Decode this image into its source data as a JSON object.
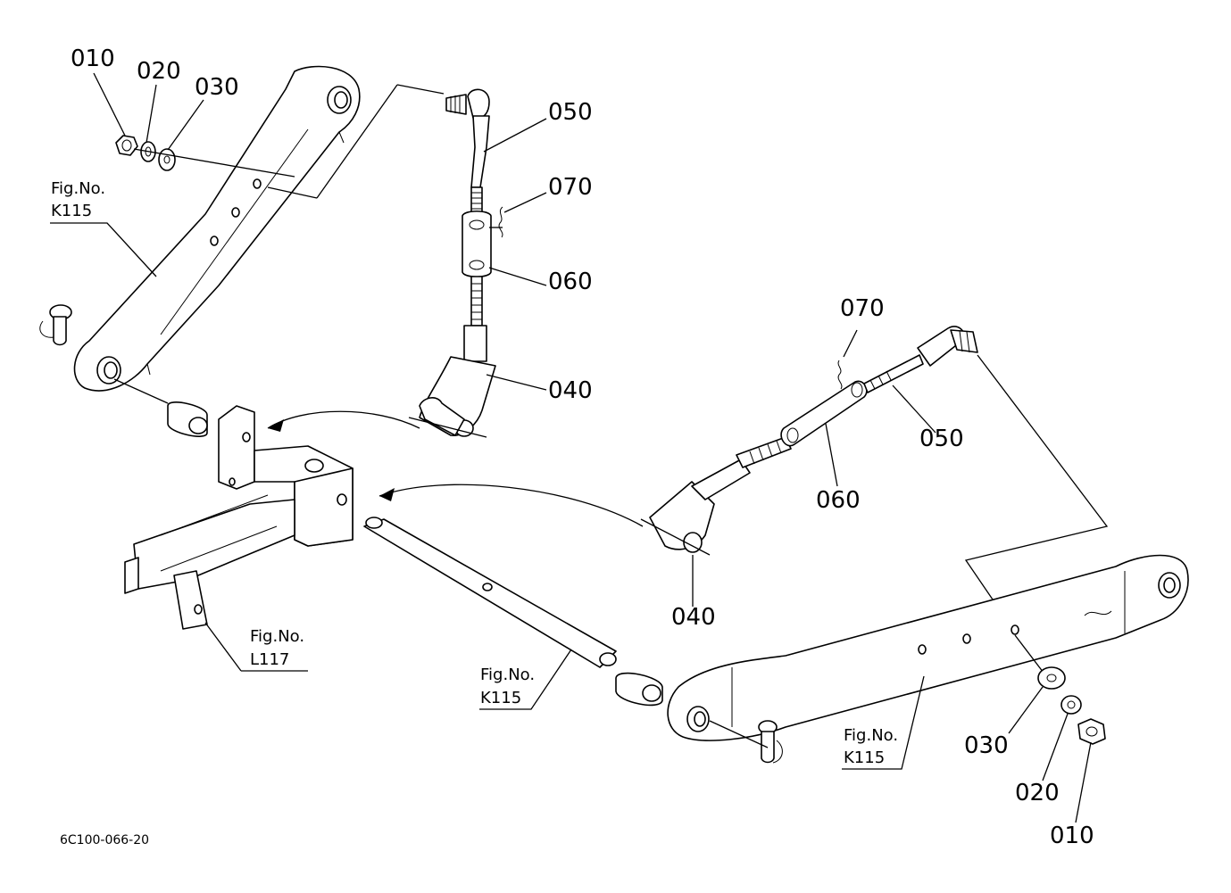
{
  "drawing_code": "6C100-066-20",
  "callouts": {
    "left_010": "010",
    "left_020": "020",
    "left_030": "030",
    "left_050": "050",
    "left_070": "070",
    "left_060": "060",
    "left_040": "040",
    "right_070": "070",
    "right_050": "050",
    "right_060": "060",
    "right_040": "040",
    "right_030": "030",
    "right_020": "020",
    "right_010": "010"
  },
  "fig_refs": {
    "arm_left": {
      "label": "Fig.No.",
      "number": "K115"
    },
    "frame": {
      "label": "Fig.No.",
      "number": "L117"
    },
    "shaft": {
      "label": "Fig.No.",
      "number": "K115"
    },
    "arm_right": {
      "label": "Fig.No.",
      "number": "K115"
    }
  }
}
